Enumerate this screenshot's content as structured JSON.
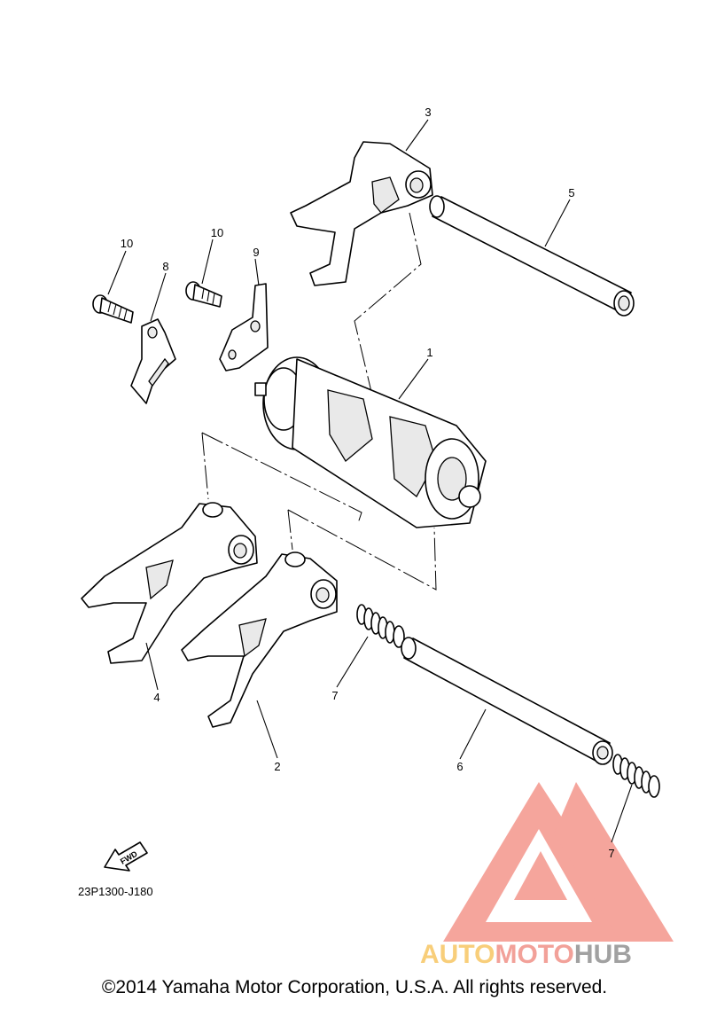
{
  "callouts": {
    "c1": "1",
    "c2": "2",
    "c3": "3",
    "c4": "4",
    "c5": "5",
    "c6": "6",
    "c7a": "7",
    "c7b": "7",
    "c8": "8",
    "c9": "9",
    "c10a": "10",
    "c10b": "10"
  },
  "fwd_label": "FWD",
  "diagram_code": "23P1300-J180",
  "watermark": {
    "part1": "AUTO",
    "part2": "MOTO",
    "part3": "HUB"
  },
  "copyright": "©2014 Yamaha Motor Corporation, U.S.A. All rights reserved.",
  "colors": {
    "watermark_red": "#f08a80",
    "watermark_yellow": "#f7c35a",
    "watermark_gray": "#8a8a8a"
  }
}
